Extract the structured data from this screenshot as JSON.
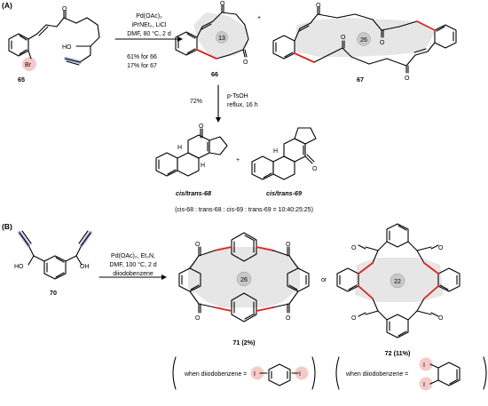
{
  "sections": {
    "a": "(A)",
    "b": "(B)"
  },
  "part_a": {
    "sm_label": "65",
    "sm_atoms": {
      "oxo": "O",
      "ho": "HO",
      "br": "Br"
    },
    "conditions": [
      "Pd(OAc)₂",
      "iPrNEt₂, LiCl",
      "DMF, 80 °C, 2 d"
    ],
    "yields": [
      "61% for 66",
      "17% for 67"
    ],
    "prod66": {
      "label": "66",
      "ring": "13",
      "atoms": [
        "O",
        "O"
      ]
    },
    "prod67": {
      "label": "67",
      "ring": "26",
      "atoms": [
        "O",
        "O",
        "O",
        "O"
      ]
    },
    "plus": "+",
    "step2": {
      "yield": "72%",
      "reagent": "p-TsOH",
      "conditions": "reflux, 16 h"
    },
    "prod68": {
      "label": "cis/trans-68",
      "atoms": [
        "O",
        "H",
        "H"
      ]
    },
    "prod69": {
      "label": "cis/trans-69",
      "atoms": [
        "O",
        "H"
      ]
    },
    "ratio": "(cis-68 : trans-68 : cis-69 : trans-69 = 10:40:25:25)"
  },
  "part_b": {
    "sm_label": "70",
    "sm_atoms": [
      "HO",
      "OH"
    ],
    "conditions": [
      "Pd(OAc)₂, Et₃N,",
      "DMF, 100 °C, 2 d",
      "diiodobenzene"
    ],
    "prod71": {
      "label": "71 (2%)",
      "ring": "26",
      "note": "when diiodobenzene =",
      "atoms": [
        "O",
        "O",
        "O",
        "O",
        "I",
        "I"
      ]
    },
    "or": "or",
    "prod72": {
      "label": "72 (11%)",
      "ring": "22",
      "note": "when diiodobenzene =",
      "atoms": [
        "O",
        "O",
        "O",
        "O",
        "I",
        "I"
      ]
    }
  },
  "colors": {
    "bond": "#000000",
    "new_bond": "#e0201b",
    "alkene_highlight": "#6e7bd0",
    "halide_highlight": "#f6c9c9",
    "ring_fill": "#e6e6e6"
  }
}
